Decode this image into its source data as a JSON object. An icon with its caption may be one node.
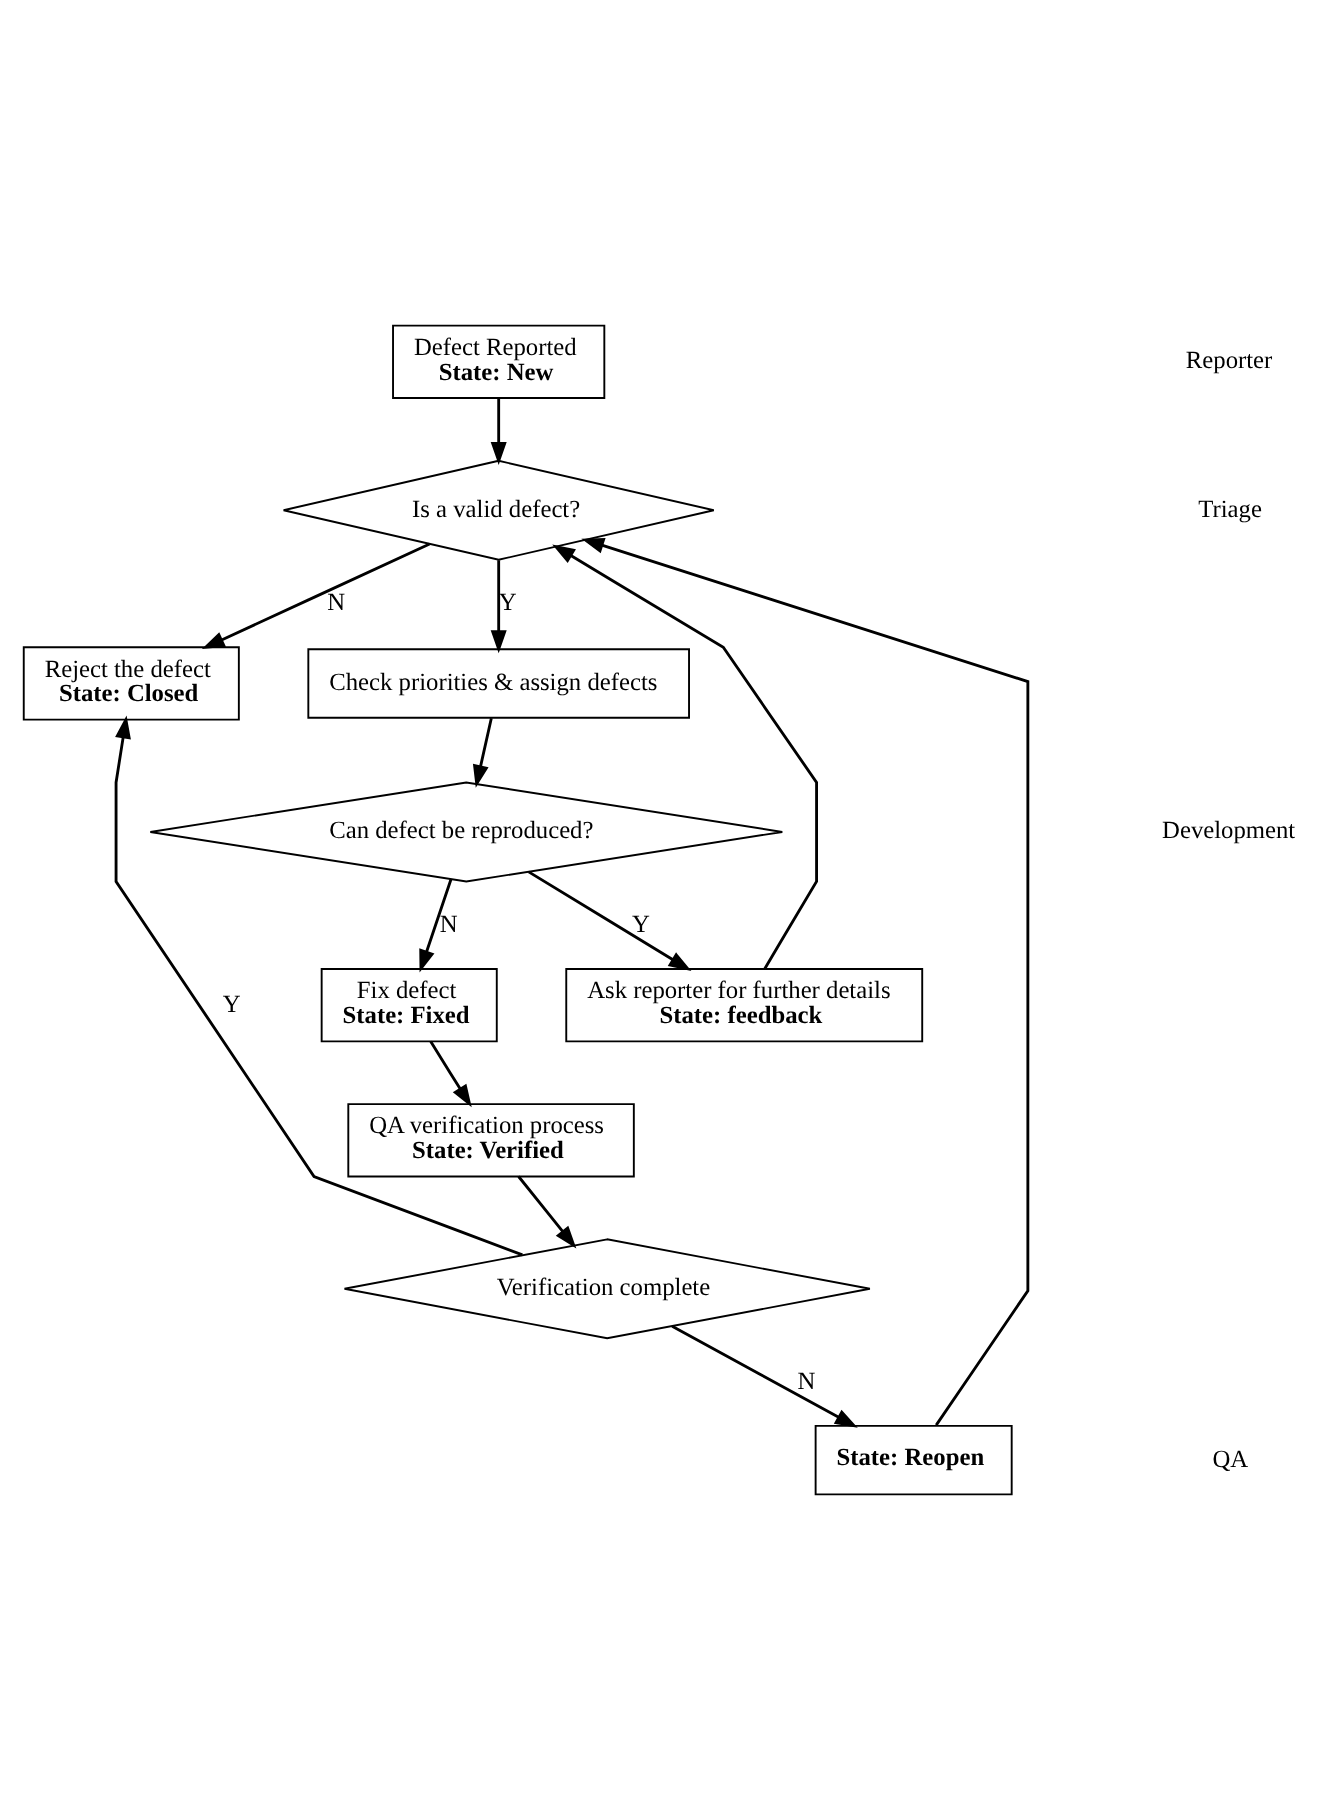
{
  "diagram": {
    "nodes": [
      {
        "text": [
          "Defect Reported",
          "State: New"
        ]
      },
      {
        "text": [
          "Is a valid defect?"
        ]
      },
      {
        "text": [
          "Reject the defect",
          "State: Closed"
        ]
      },
      {
        "text": [
          "Check priorities & assign defects"
        ]
      },
      {
        "text": [
          "Can defect be reproduced?"
        ]
      },
      {
        "text": [
          "Fix defect",
          "State: Fixed"
        ]
      },
      {
        "text": [
          "Ask reporter for further details",
          "State: feedback"
        ]
      },
      {
        "text": [
          "QA verification process",
          "State: Verified"
        ]
      },
      {
        "text": [
          "Verification complete"
        ]
      },
      {
        "text": [
          "State: Reopen"
        ]
      }
    ],
    "edges": [
      {
        "from": 0,
        "to": 1,
        "arrow": "to"
      },
      {
        "from": 1,
        "to": 2,
        "arrow": "to",
        "label": "N"
      },
      {
        "from": 1,
        "to": 3,
        "arrow": "to",
        "label": "Y"
      },
      {
        "from": 3,
        "to": 4,
        "arrow": "to"
      },
      {
        "from": 4,
        "to": 5,
        "arrow": "to",
        "label": "N"
      },
      {
        "from": 4,
        "to": 6,
        "arrow": "to",
        "label": "Y"
      },
      {
        "from": 5,
        "to": 7,
        "arrow": "to"
      },
      {
        "from": 7,
        "to": 8,
        "arrow": "to"
      },
      {
        "from": 8,
        "to": 2,
        "arrow": "to",
        "label": "Y"
      },
      {
        "from": 8,
        "to": 9,
        "arrow": "to",
        "label": "N"
      },
      {
        "from": 9,
        "to": 1,
        "arrow": "to"
      },
      {
        "from": 6,
        "to": 1,
        "arrow": "to"
      }
    ],
    "labels": [
      "Reporter",
      "Triage",
      "Development",
      "QA"
    ]
  }
}
